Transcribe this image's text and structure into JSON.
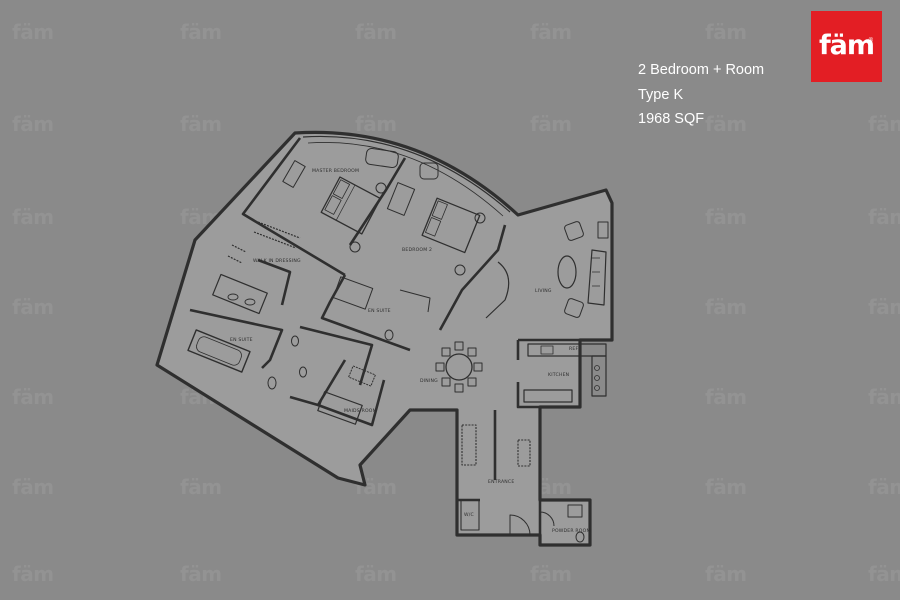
{
  "brand": {
    "logo_text": "fäm",
    "logo_color": "#e31e24"
  },
  "unit": {
    "title": "2 Bedroom + Room",
    "type": "Type K",
    "area": "1968 SQF"
  },
  "rooms": {
    "master_bedroom": "MASTER BEDROOM",
    "bedroom_2": "BEDROOM 2",
    "walk_in_dressing": "WALK IN DRESSING",
    "en_suite_1": "EN SUITE",
    "en_suite_2": "EN SUITE",
    "living": "LIVING",
    "dining": "DINING",
    "kitchen": "KITCHEN",
    "maids_room": "MAIDS ROOM",
    "entrance": "ENTRANCE",
    "powder_room": "POWDER ROOM",
    "wc": "W/C",
    "fridge": "REF"
  },
  "colors": {
    "background": "#8a8a8a",
    "floor": "#9c9c9c",
    "walls": "#2f2f2f"
  }
}
